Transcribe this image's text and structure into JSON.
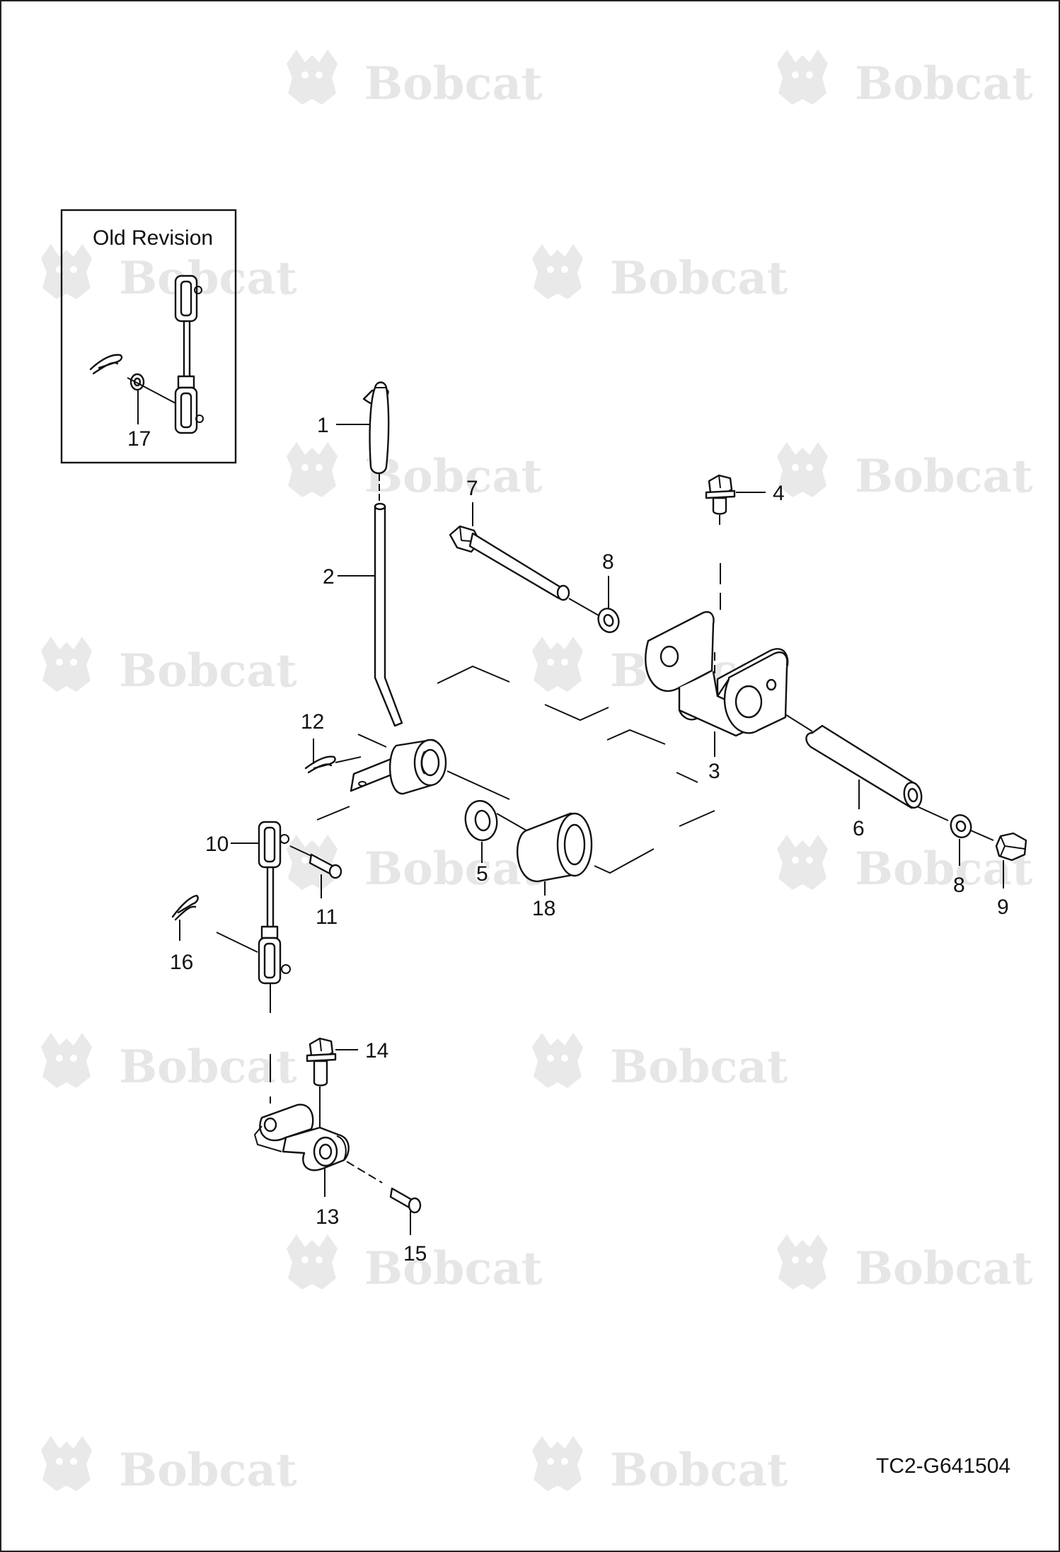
{
  "watermark": {
    "brand": "Bobcat",
    "mark": "®"
  },
  "inset": {
    "title": "Old Revision",
    "callouts": [
      "17"
    ]
  },
  "callouts": [
    "1",
    "2",
    "3",
    "4",
    "5",
    "6",
    "7",
    "8",
    "8",
    "9",
    "10",
    "11",
    "12",
    "13",
    "14",
    "15",
    "16",
    "18"
  ],
  "drawing_number": "TC2-G641504"
}
